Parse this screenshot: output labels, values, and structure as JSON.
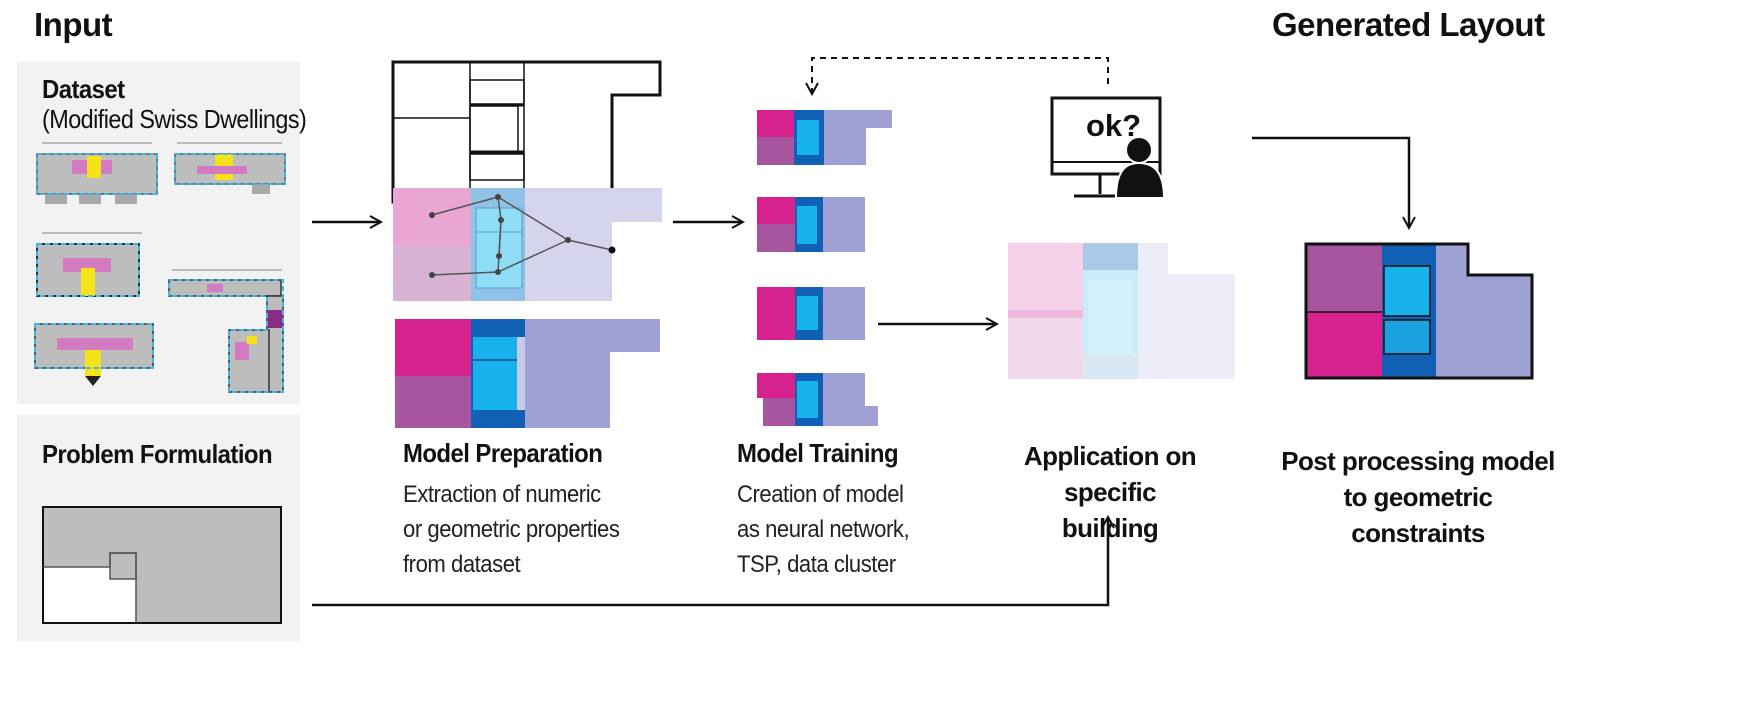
{
  "headings": {
    "input": "Input",
    "generated": "Generated Layout"
  },
  "dataset": {
    "title": "Dataset",
    "subtitle": "(Modified Swiss Dwellings)"
  },
  "problem": {
    "title": "Problem Formulation"
  },
  "stages": {
    "preparation": {
      "title": "Model Preparation",
      "lines": [
        "Extraction of numeric",
        "or geometric properties",
        "from dataset"
      ]
    },
    "training": {
      "title": "Model Training",
      "lines": [
        "Creation of model",
        "as neural network,",
        "TSP, data cluster"
      ]
    },
    "application": {
      "title_lines": [
        "Application on specific",
        "building"
      ]
    },
    "post": {
      "title_lines": [
        "Post processing model",
        "to geometric constraints"
      ]
    }
  },
  "monitor": {
    "text": "ok?"
  },
  "colors": {
    "magenta": "#d6228e",
    "purple": "#a8559f",
    "navy_blue": "#1160b5",
    "cyan": "#17b1eb",
    "lavender": "#9fa0d3",
    "panel_gray": "#f2f2f2",
    "yellow": "#f5e21b"
  }
}
